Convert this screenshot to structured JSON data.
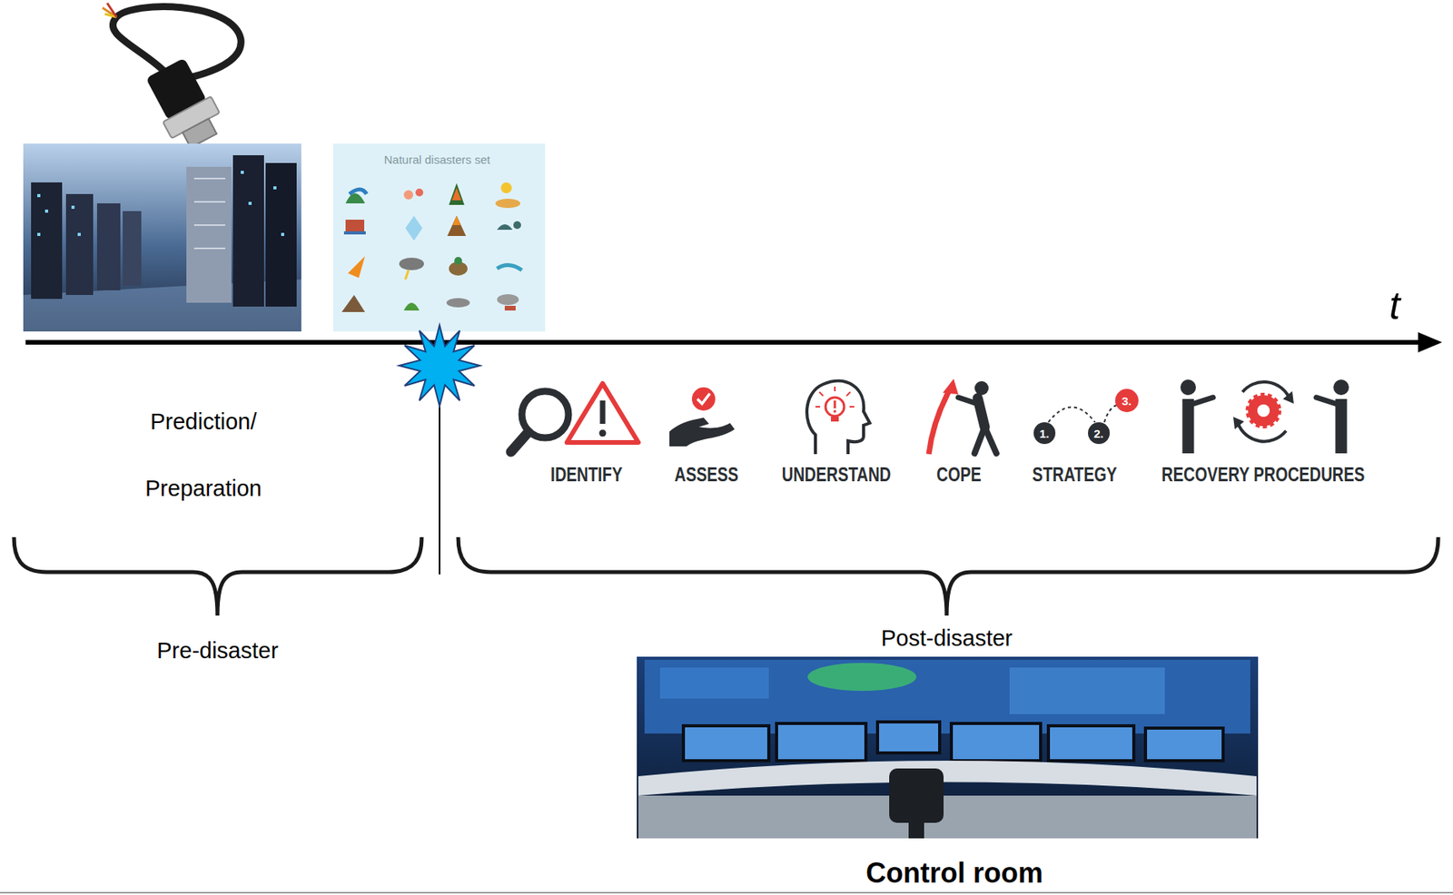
{
  "diagram": {
    "labels": [
      "Natural disasters set",
      "t",
      "Prediction/ Preparation",
      "IDENTIFY",
      "ASSESS",
      "UNDERSTAND",
      "COPE",
      "1.",
      "2.",
      "3.",
      "STRATEGY",
      "RECOVERY PROCEDURES",
      "Pre-disaster",
      "Post-disaster",
      "Control room"
    ]
  }
}
